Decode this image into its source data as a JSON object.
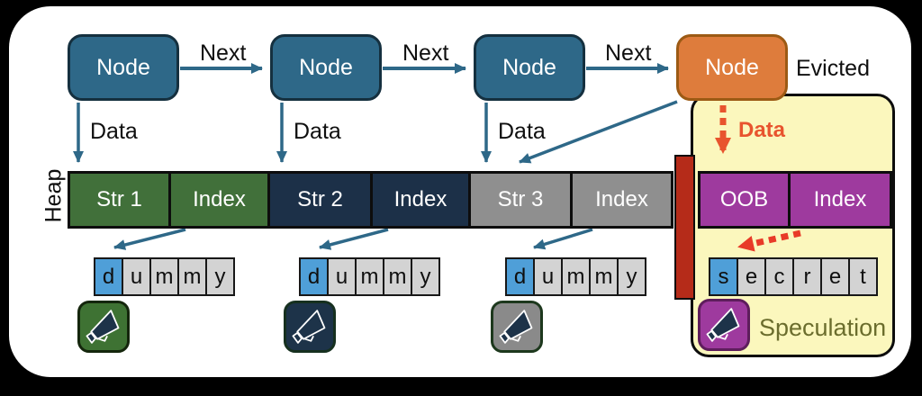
{
  "diagram_title": "Linked list heap speculation diagram",
  "nodes": {
    "label": "Node",
    "count": 4,
    "evicted_label": "Evicted"
  },
  "edges": {
    "next_label": "Next",
    "data_label": "Data",
    "evicted_data_label": "Data"
  },
  "heap": {
    "label": "Heap",
    "segments": [
      {
        "str": "Str 1",
        "index_label": "Index",
        "color": "#41703a"
      },
      {
        "str": "Str 2",
        "index_label": "Index",
        "color": "#1c3048"
      },
      {
        "str": "Str 3",
        "index_label": "Index",
        "color": "#8f8f8f"
      },
      {
        "str": "OOB",
        "index_label": "Index",
        "color": "#9e3a9e"
      }
    ]
  },
  "buffers": {
    "dummy": [
      "d",
      "u",
      "m",
      "m",
      "y"
    ],
    "secret": [
      "s",
      "e",
      "c",
      "r",
      "e",
      "t"
    ]
  },
  "speculation_label": "Speculation",
  "icons": {
    "megaphone": "megaphone-icon"
  },
  "colors": {
    "node_blue": "#2e6888",
    "node_orange": "#de7c3c",
    "heap_green": "#41703a",
    "heap_navy": "#1c3048",
    "heap_gray": "#8f8f8f",
    "heap_purple": "#9e3a9e",
    "red_barrier": "#b52b19",
    "spec_background": "#faf6b2",
    "hot_cell_blue": "#4f9fd8",
    "letter_cell_gray": "#d3d3d3",
    "arrow_blue": "#2e6888",
    "arrow_orange_red": "#e8542e",
    "speculation_text": "#6b6d2d"
  }
}
